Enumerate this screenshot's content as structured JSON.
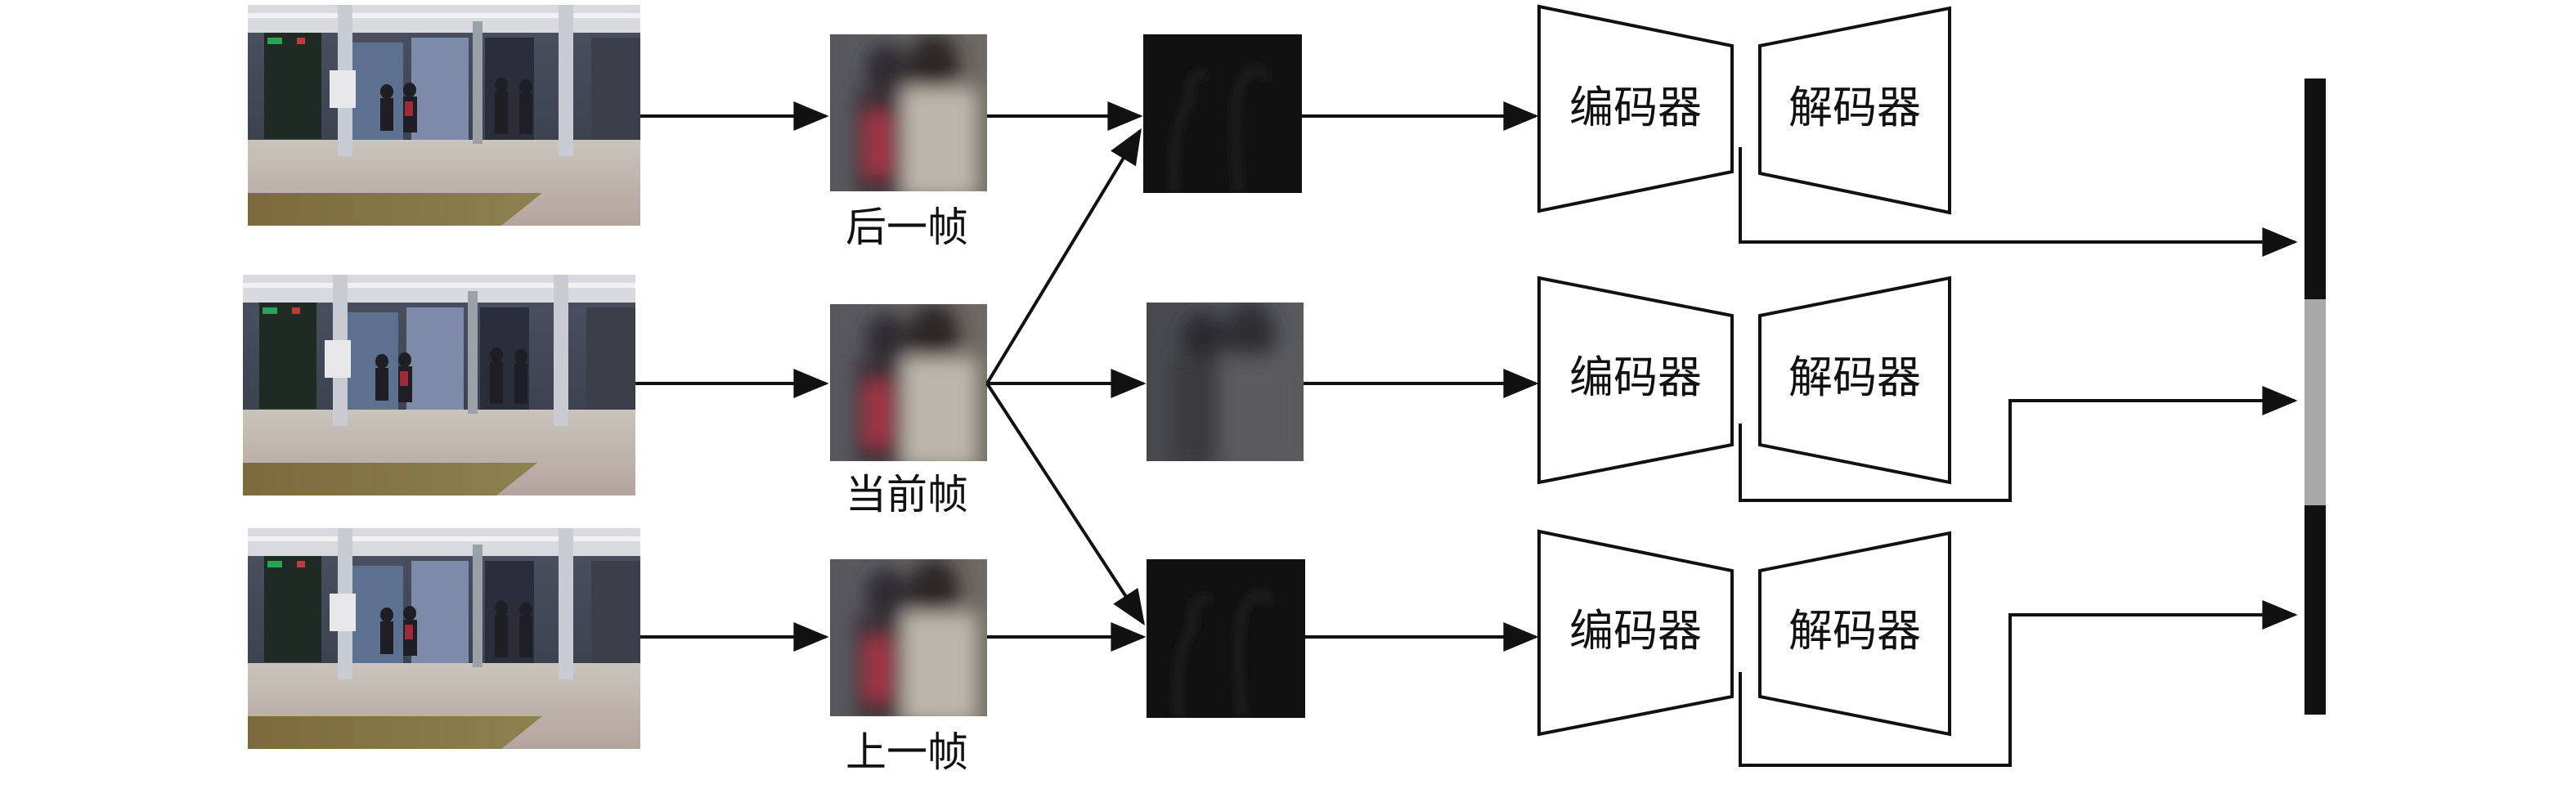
{
  "labels": {
    "next_frame": "后一帧",
    "current_frame": "当前帧",
    "previous_frame": "上一帧"
  },
  "modules": {
    "encoder": "编码器",
    "decoder": "解码器"
  },
  "colors": {
    "line": "#111111",
    "output_bar_dark": "#111111",
    "output_bar_mid": "#a8a8a8"
  }
}
